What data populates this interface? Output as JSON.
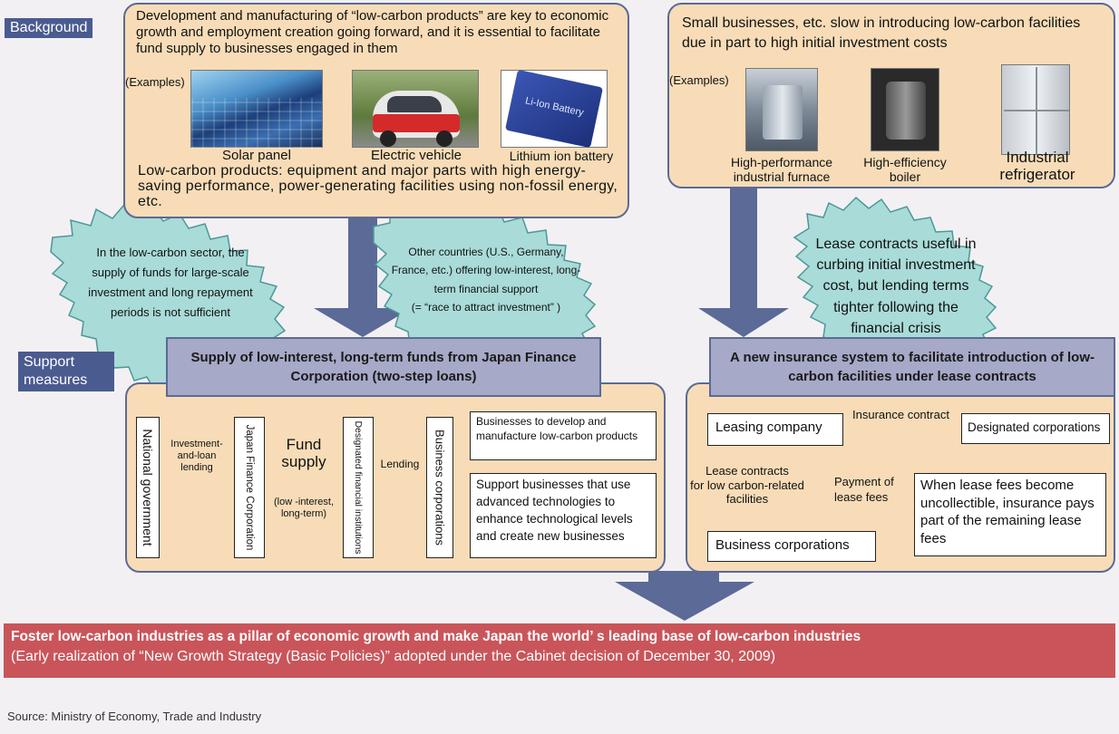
{
  "background_label": "Background",
  "support_label": "Support\nmeasures",
  "left_top": {
    "text": "Development and manufacturing of “low-carbon products” are key to economic growth and employment creation going forward, and it is essential to facilitate fund supply to businesses engaged in them",
    "examples": "(Examples)",
    "items": [
      "Solar panel",
      "Electric vehicle",
      "Lithium ion battery"
    ],
    "battery_print": "Li-Ion Battery",
    "definition": "Low-carbon products: equipment and major parts with high energy-saving performance, power-generating facilities using non-fossil energy, etc."
  },
  "right_top": {
    "text": "Small businesses, etc. slow in introducing low-carbon facilities due in part to high initial investment costs",
    "examples": "(Examples)",
    "items": [
      "High-performance\nindustrial furnace",
      "High-efficiency\nboiler",
      "Industrial\nrefrigerator"
    ]
  },
  "stars": {
    "s1": "In the low-carbon sector, the supply of funds for large-scale investment and long repayment periods is not sufficient",
    "s2": "Other countries (U.S., Germany, France, etc.) offering low-interest, long-term financial support\n(= “race to attract investment” )",
    "s3": "Lease contracts useful in curbing initial investment cost, but lending terms tighter following the financial crisis"
  },
  "left_measure": {
    "title": "Supply of low-interest, long-term funds from Japan Finance Corporation (two-step loans)",
    "national": "National government",
    "investment": "Investment-\nand-loan\nlending",
    "jfc": "Japan Finance Corporation",
    "fund_supply": "Fund\nsupply",
    "fund_terms": "(low -interest,\nlong-term)",
    "designated_fi": "Designated financial institutions",
    "lending": "Lending",
    "business": "Business corporations",
    "callout1": "Businesses to develop and manufacture low-carbon products",
    "callout2": "Support businesses that use advanced technologies to enhance technological levels and create new businesses"
  },
  "right_measure": {
    "title": "A new insurance system to facilitate introduction of low-carbon facilities under lease contracts",
    "leasing": "Leasing company",
    "insurance_contract": "Insurance contract",
    "designated_corps": "Designated corporations",
    "lease_contracts": "Lease contracts\nfor low carbon-related\nfacilities",
    "payment": "Payment of\nlease fees",
    "business": "Business corporations",
    "callout": "When lease fees become uncollectible, insurance pays part of the remaining lease fees"
  },
  "goal": {
    "line1": "Foster low-carbon industries as a pillar of economic growth and make Japan the world’ s leading base of low-carbon industries",
    "line2": "(Early realization of “New Growth Strategy (Basic Policies)” adopted under the Cabinet decision of December 30, 2009)"
  },
  "source": "Source: Ministry of Economy, Trade and Industry",
  "colors": {
    "panel": "#f7dcb7",
    "navy": "#5b6a96",
    "header": "#a7a9c8",
    "star": "#a9dbd8",
    "goal": "#c9555a"
  }
}
